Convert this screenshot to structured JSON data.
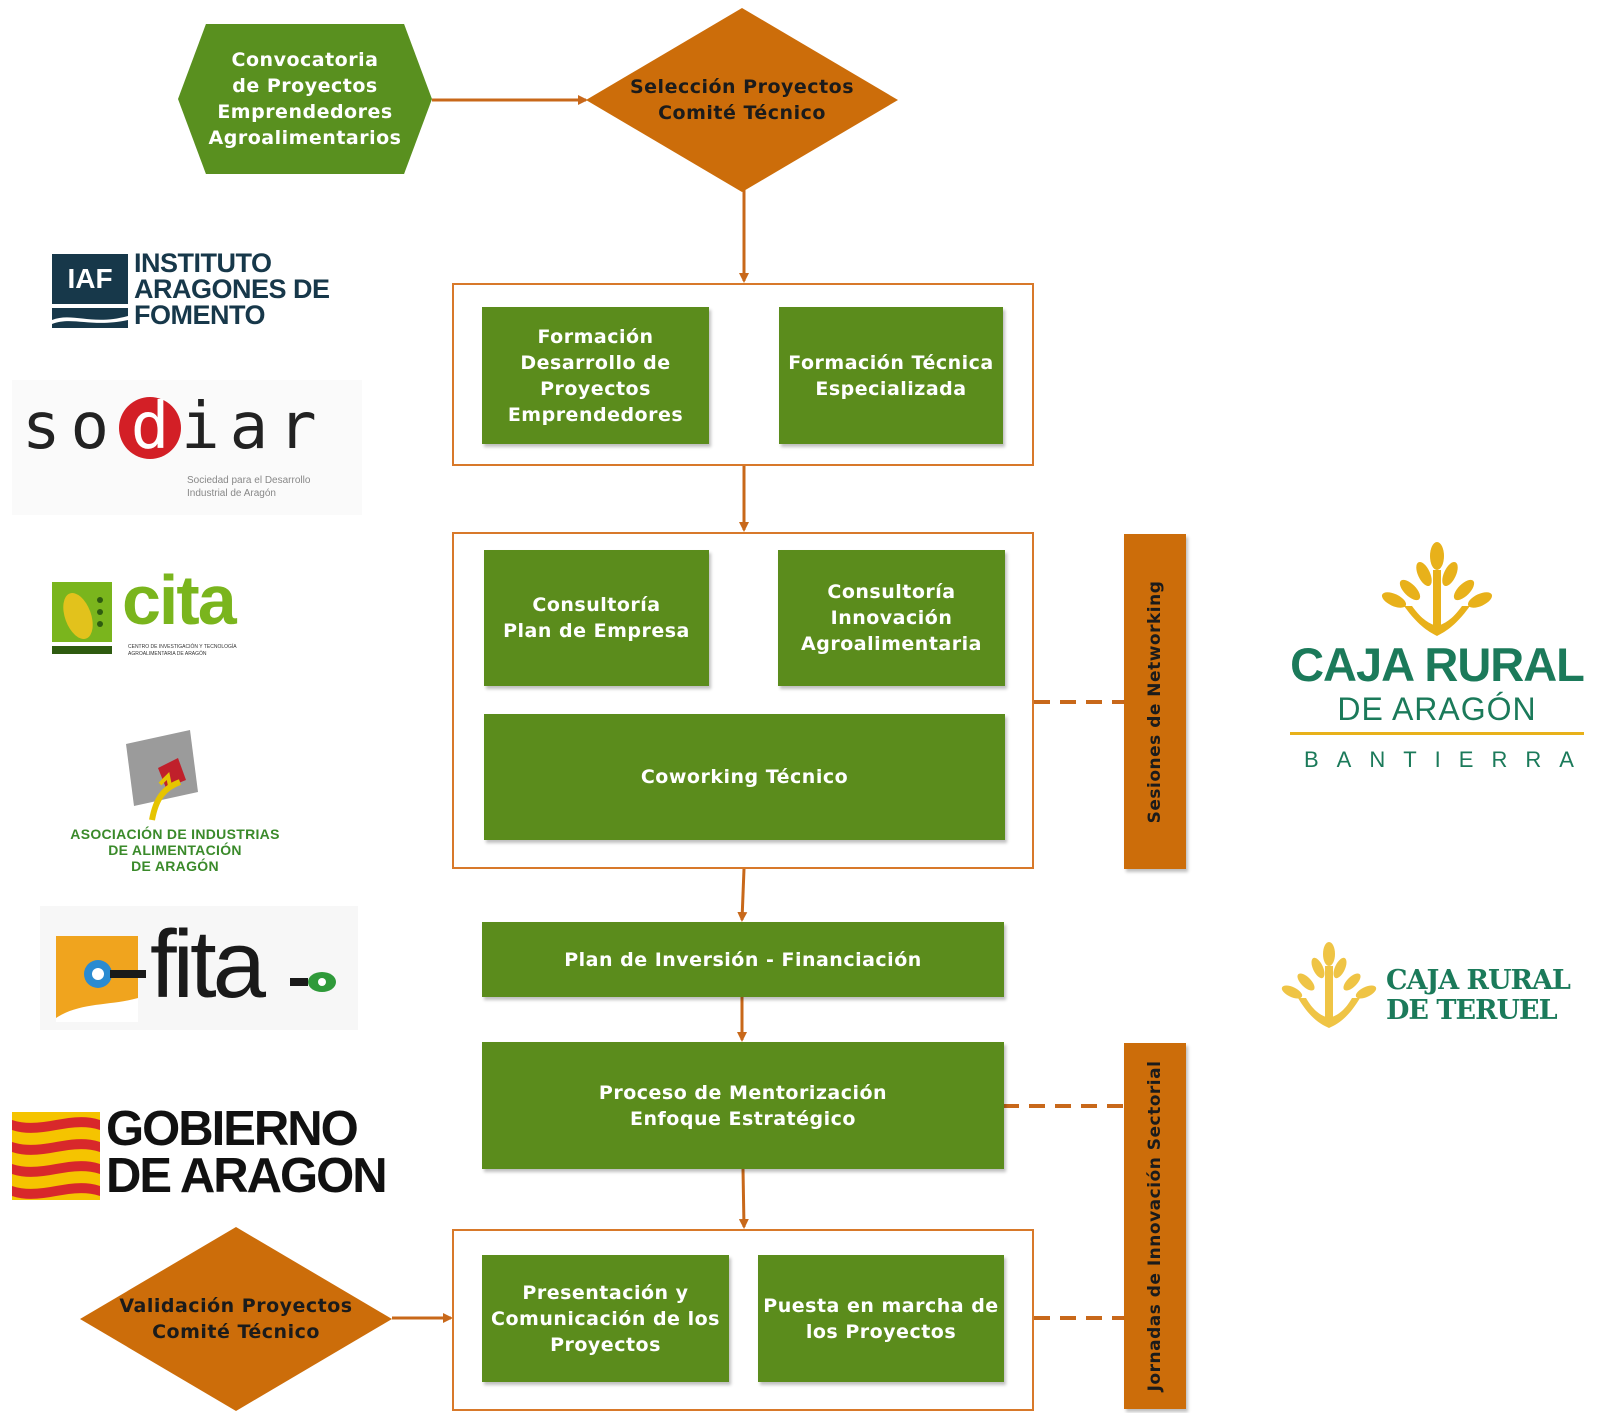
{
  "colors": {
    "green": "#5b8c1c",
    "orange": "#cc6d0a",
    "frame_border": "#d8792a",
    "caja_rural_green": "#1b7a5a",
    "caja_rural_gold": "#e8b11a"
  },
  "nodes": {
    "convocatoria": [
      "Convocatoria",
      "de Proyectos",
      "Emprendedores",
      "Agroalimentarios"
    ],
    "seleccion": [
      "Selección Proyectos",
      "Comité Técnico"
    ],
    "formacion_desarrollo": [
      "Formación",
      "Desarrollo de",
      "Proyectos",
      "Emprendedores"
    ],
    "formacion_tecnica": [
      "Formación Técnica",
      "Especializada"
    ],
    "consultoria_plan": [
      "Consultoría",
      "Plan de Empresa"
    ],
    "consultoria_innovacion": [
      "Consultoría",
      "Innovación",
      "Agroalimentaria"
    ],
    "coworking": [
      "Coworking Técnico"
    ],
    "plan_inversion": [
      "Plan de Inversión - Financiación"
    ],
    "mentorizacion": [
      "Proceso de Mentorización",
      "Enfoque Estratégico"
    ],
    "presentacion": [
      "Presentación y",
      "Comunicación de los",
      "Proyectos"
    ],
    "puesta_marcha": [
      "Puesta en marcha de",
      "los Proyectos"
    ],
    "validacion": [
      "Validación Proyectos",
      "Comité Técnico"
    ]
  },
  "side_bars": {
    "networking": "Sesiones de Networking",
    "jornadas": "Jornadas de Innovación Sectorial"
  },
  "logos": {
    "iaf": {
      "badge": "IAF",
      "line1": "INSTITUTO",
      "line2": "ARAGONES DE",
      "line3": "FOMENTO"
    },
    "sodiar": {
      "name_left": "so",
      "name_mid": "d",
      "name_right": "iar",
      "line1": "Sociedad para el Desarrollo",
      "line2": "Industrial de Aragón"
    },
    "cita": {
      "name": "cita",
      "line1": "CENTRO DE INVESTIGACIÓN Y TECNOLOGÍA",
      "line2": "AGROALIMENTARIA DE ARAGÓN"
    },
    "aiaa": {
      "line1": "ASOCIACIÓN DE INDUSTRIAS",
      "line2": "DE ALIMENTACIÓN",
      "line3": "DE ARAGÓN"
    },
    "fita": {
      "name": "fita"
    },
    "gobierno": {
      "line1": "GOBIERNO",
      "line2": "DE ARAGON"
    },
    "caja_rural_aragon": {
      "line1": "CAJA RURAL",
      "line2": "DE ARAGÓN",
      "line3": "BANTIERRA"
    },
    "caja_rural_teruel": {
      "line1": "CAJA RURAL",
      "line2": "DE TERUEL"
    }
  }
}
